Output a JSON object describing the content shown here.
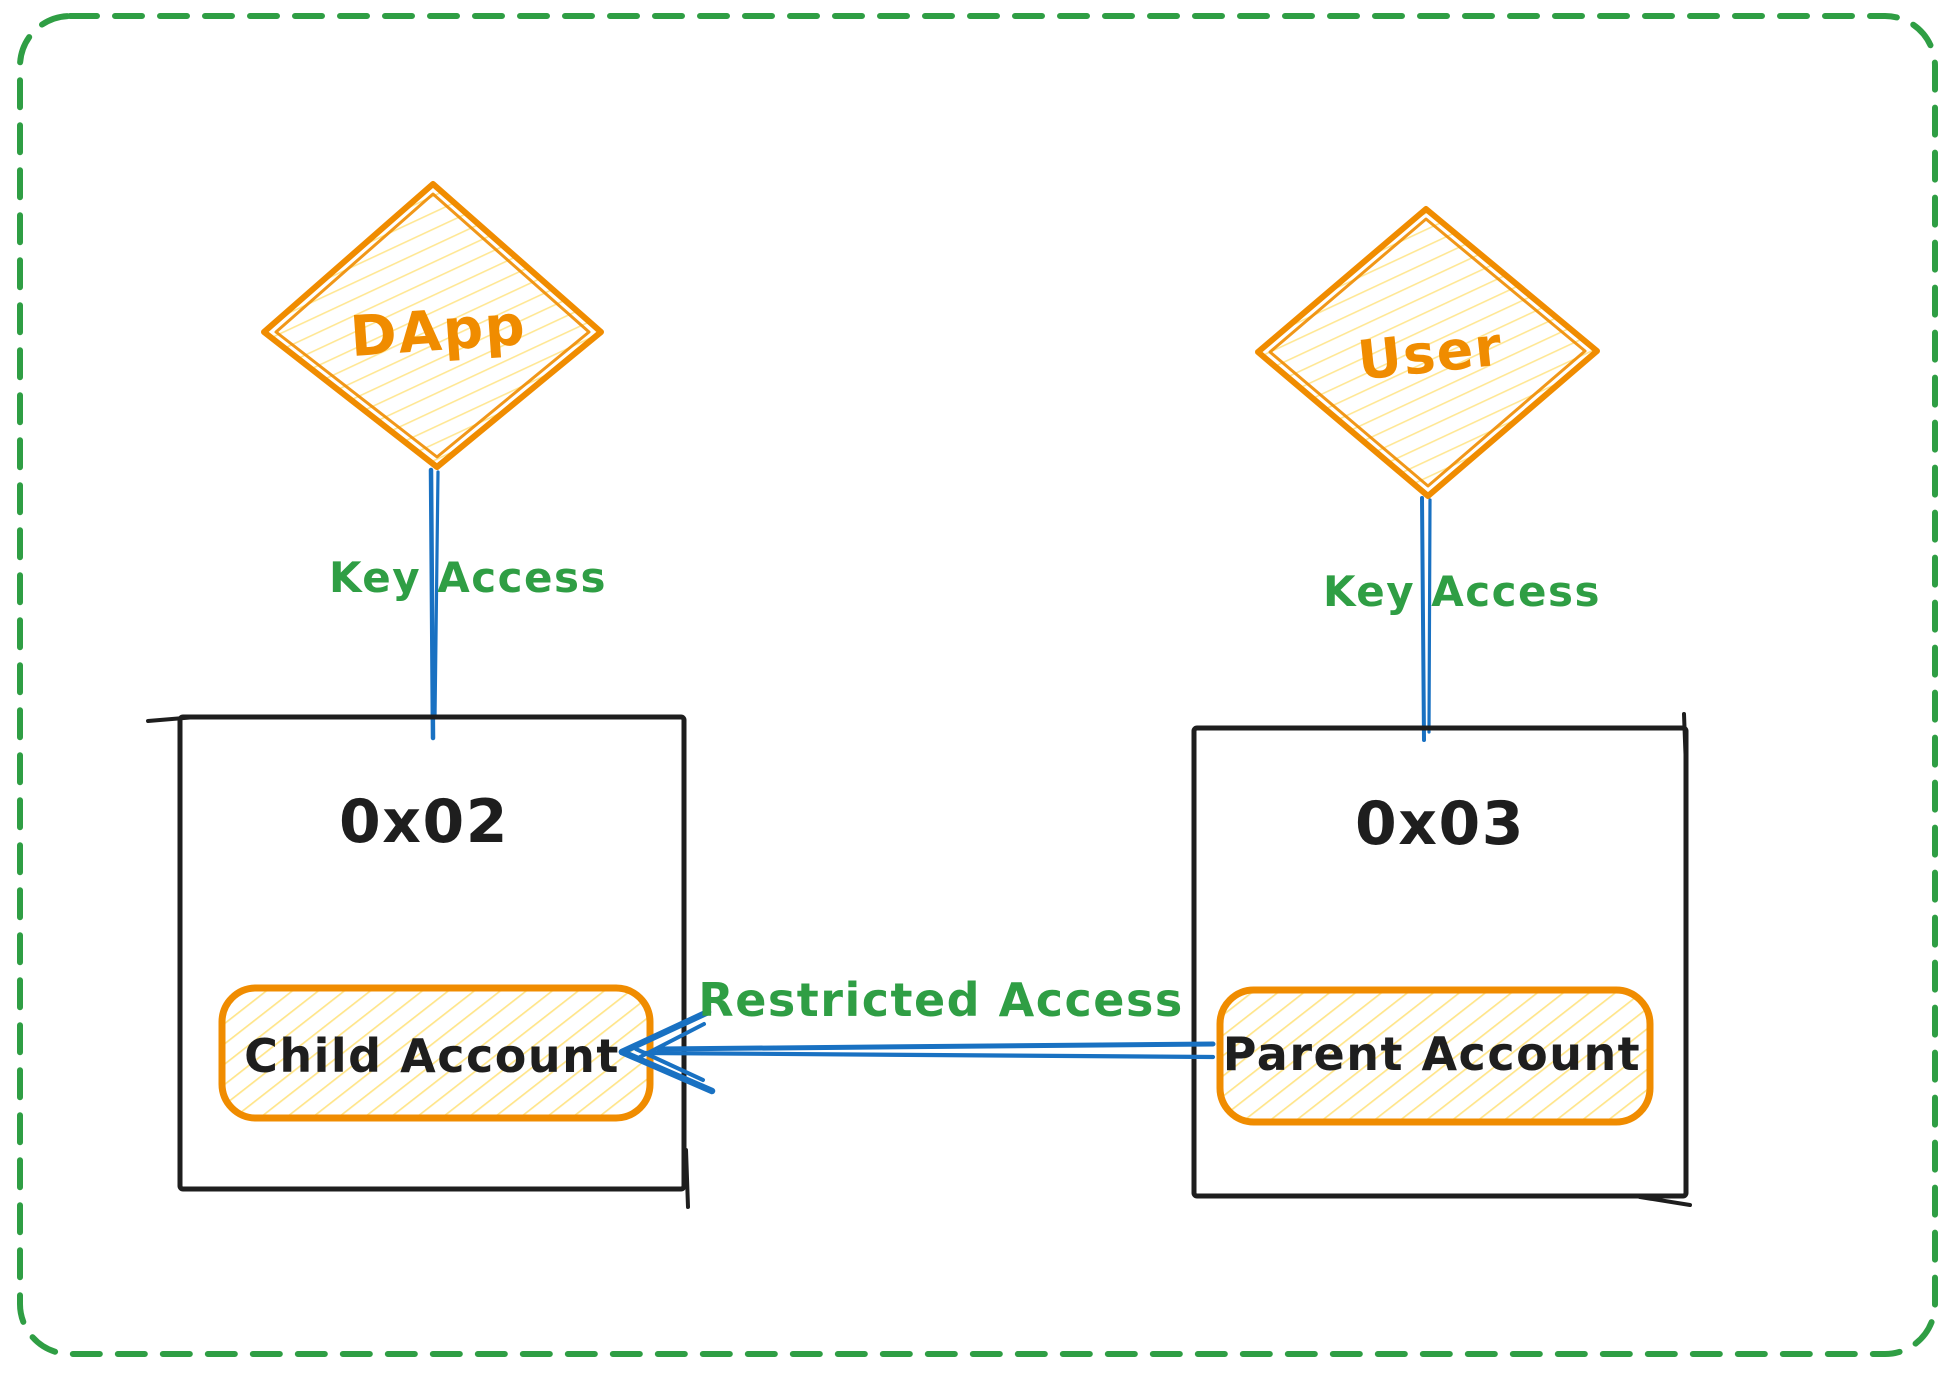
{
  "diagram": {
    "kind": "hand-drawn account access diagram",
    "nodes": {
      "dapp": {
        "label": "DApp",
        "shape": "diamond"
      },
      "user": {
        "label": "User",
        "shape": "diamond"
      },
      "account_0x02": {
        "label": "0x02",
        "shape": "rectangle"
      },
      "account_0x03": {
        "label": "0x03",
        "shape": "rectangle"
      },
      "child_account": {
        "label": "Child Account",
        "shape": "rounded-rectangle",
        "container": "0x02"
      },
      "parent_account": {
        "label": "Parent Account",
        "shape": "rounded-rectangle",
        "container": "0x03"
      }
    },
    "edges": {
      "dapp_key_access": {
        "label": "Key Access",
        "from": "DApp",
        "to": "0x02",
        "style": "double-line"
      },
      "user_key_access": {
        "label": "Key Access",
        "from": "User",
        "to": "0x03",
        "style": "double-line"
      },
      "restricted_access": {
        "label": "Restricted Access",
        "from": "Parent Account",
        "to": "Child Account",
        "style": "arrow-left"
      }
    },
    "colors": {
      "orange": "#f08c00",
      "hatch_yellow": "#ffd43b",
      "green": "#2f9e44",
      "blue": "#1971c2",
      "ink": "#1e1e1e",
      "background": "#ffffff"
    }
  }
}
